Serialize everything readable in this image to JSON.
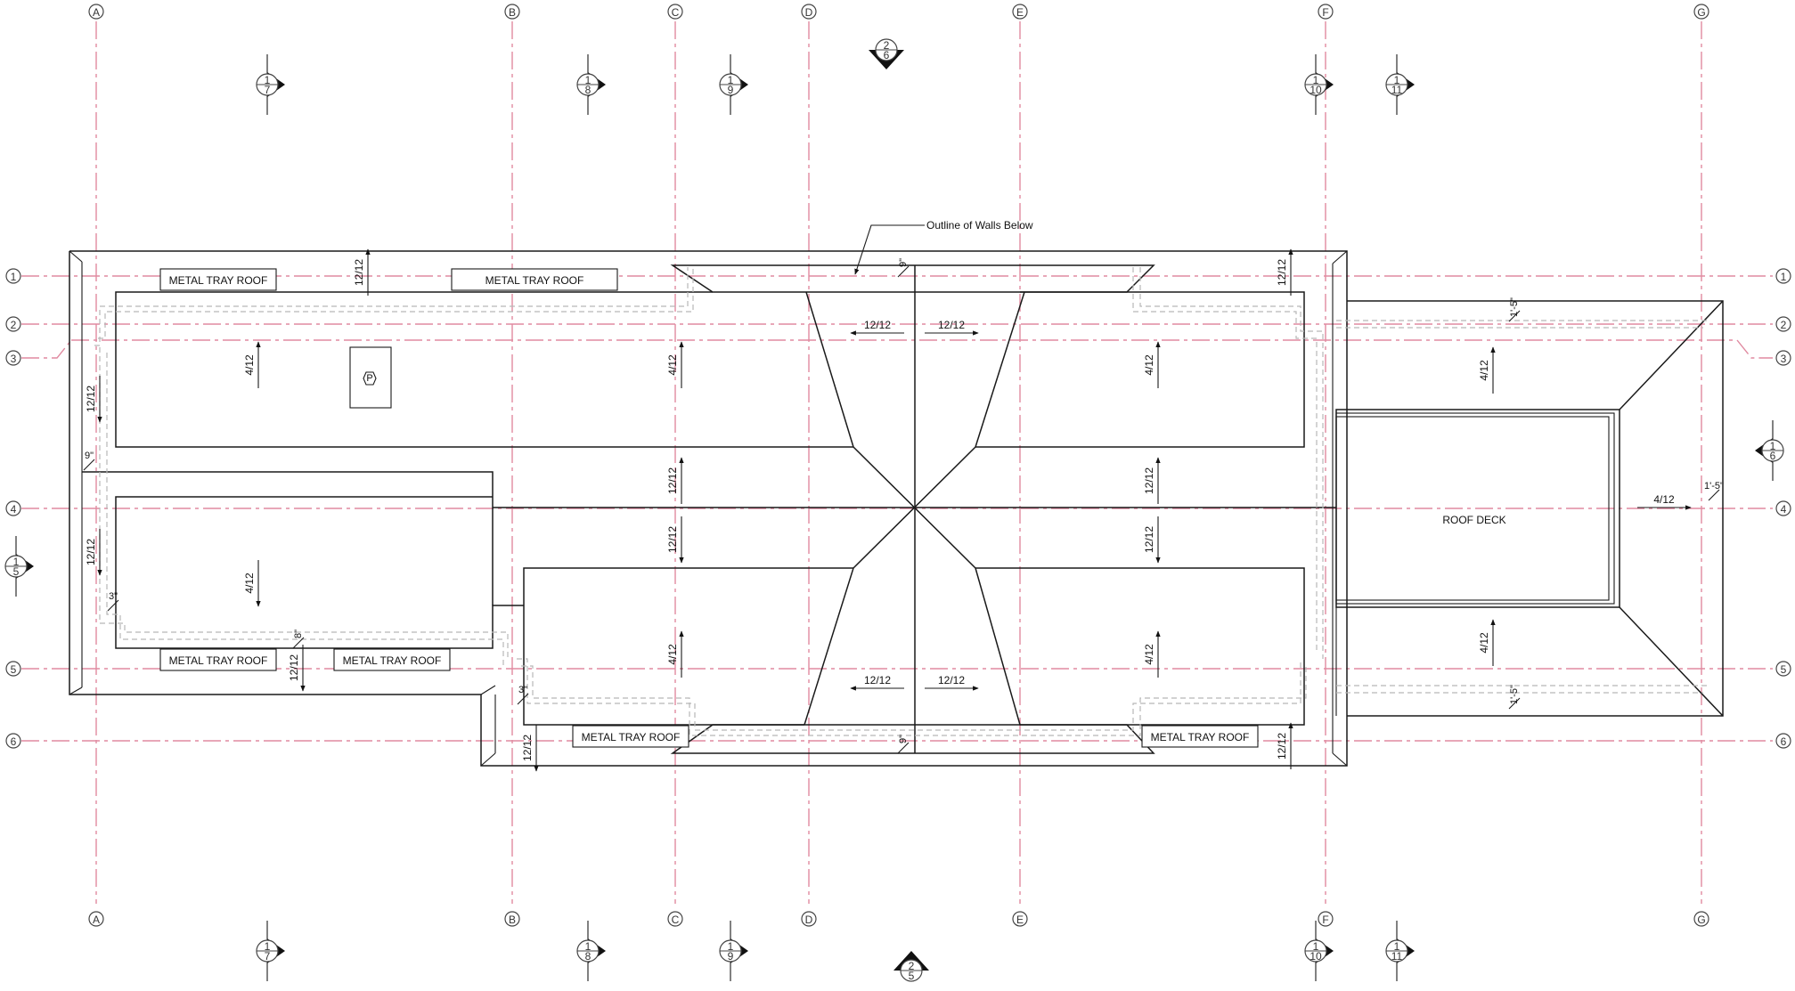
{
  "grid": {
    "columns": [
      "A",
      "B",
      "C",
      "D",
      "E",
      "F",
      "G"
    ],
    "rows": [
      "1",
      "2",
      "3",
      "4",
      "5",
      "6"
    ]
  },
  "section_markers": [
    {
      "number": "1",
      "sheet": "7"
    },
    {
      "number": "1",
      "sheet": "8"
    },
    {
      "number": "1",
      "sheet": "9"
    },
    {
      "number": "1",
      "sheet": "10"
    },
    {
      "number": "1",
      "sheet": "11"
    },
    {
      "number": "2",
      "sheet": "6"
    },
    {
      "number": "2",
      "sheet": "5"
    },
    {
      "number": "1",
      "sheet": "5"
    },
    {
      "number": "1",
      "sheet": "6"
    }
  ],
  "labels": {
    "metal_tray_roof": "METAL TRAY ROOF",
    "roof_deck": "ROOF DECK",
    "outline_walls": "Outline of Walls Below",
    "pipe_tag": "P"
  },
  "slopes": {
    "s12": "12/12",
    "s4": "4/12"
  },
  "dimensions": {
    "d9": "9\"",
    "d3": "3\"",
    "d8": "8\"",
    "d1_5": "1'-5\""
  }
}
